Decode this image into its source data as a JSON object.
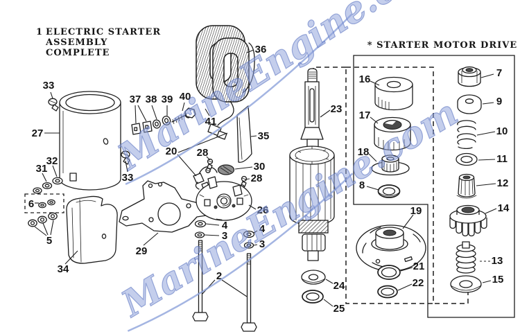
{
  "page": {
    "background": "#ffffff",
    "line_color": "#1c1c1c"
  },
  "main_callout": {
    "number": "1",
    "line1": "ELECTRIC STARTER",
    "line2": "ASSEMBLY",
    "line3": "COMPLETE"
  },
  "drive_box": {
    "title": "* STARTER MOTOR DRIVE"
  },
  "watermark": {
    "text": "MarineEngine.com",
    "fill_color": "#8da2db",
    "outline_color": "#546ebe"
  },
  "part_labels": {
    "p2": "2",
    "p3a": "3",
    "p3b": "3",
    "p4a": "4",
    "p4b": "4",
    "p5": "5",
    "p6": "6",
    "p7": "7",
    "p8": "8",
    "p9": "9",
    "p10": "10",
    "p11": "11",
    "p12": "12",
    "p13": "13",
    "p14": "14",
    "p15": "15",
    "p16": "16",
    "p17": "17",
    "p18": "18",
    "p19": "19",
    "p20": "20",
    "p21": "21",
    "p22": "22",
    "p23": "23",
    "p24": "24",
    "p25": "25",
    "p26": "26",
    "p27": "27",
    "p28a": "28",
    "p28b": "28",
    "p29": "29",
    "p30": "30",
    "p31": "31",
    "p32": "32",
    "p33a": "33",
    "p33b": "33",
    "p34": "34",
    "p35": "35",
    "p36": "36",
    "p37": "37",
    "p38": "38",
    "p39": "39",
    "p40": "40",
    "p41": "41"
  }
}
